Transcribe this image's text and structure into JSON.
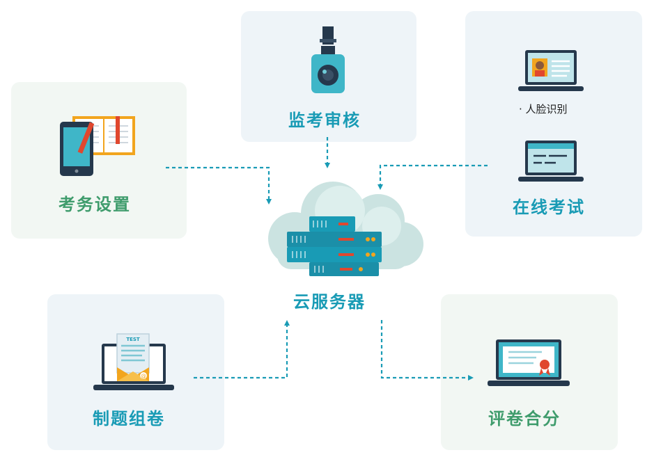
{
  "nodes": {
    "exam_setup": {
      "label": "考务设置"
    },
    "proctor_review": {
      "label": "监考审核"
    },
    "online_exam": {
      "label": "在线考试",
      "sub_label": "· 人脸识别"
    },
    "cloud_server": {
      "label": "云服务器"
    },
    "question_paper": {
      "label": "制题组卷"
    },
    "grading": {
      "label": "评卷合分"
    }
  },
  "icons": {
    "exam_setup": "tablet-and-notebook-icon",
    "proctor_review": "surveillance-camera-icon",
    "face_recognition": "laptop-face-id-icon",
    "online_exam": "laptop-form-icon",
    "cloud_server": "cloud-server-rack-icon",
    "question_paper": "laptop-test-mail-icon",
    "grading": "laptop-certificate-icon"
  },
  "colors": {
    "accent_blue": "#199bb5",
    "accent_green": "#3f9c6c",
    "panel_green": "#f2f7f3",
    "panel_blue": "#eef4f8",
    "dark_navy": "#23364a"
  }
}
